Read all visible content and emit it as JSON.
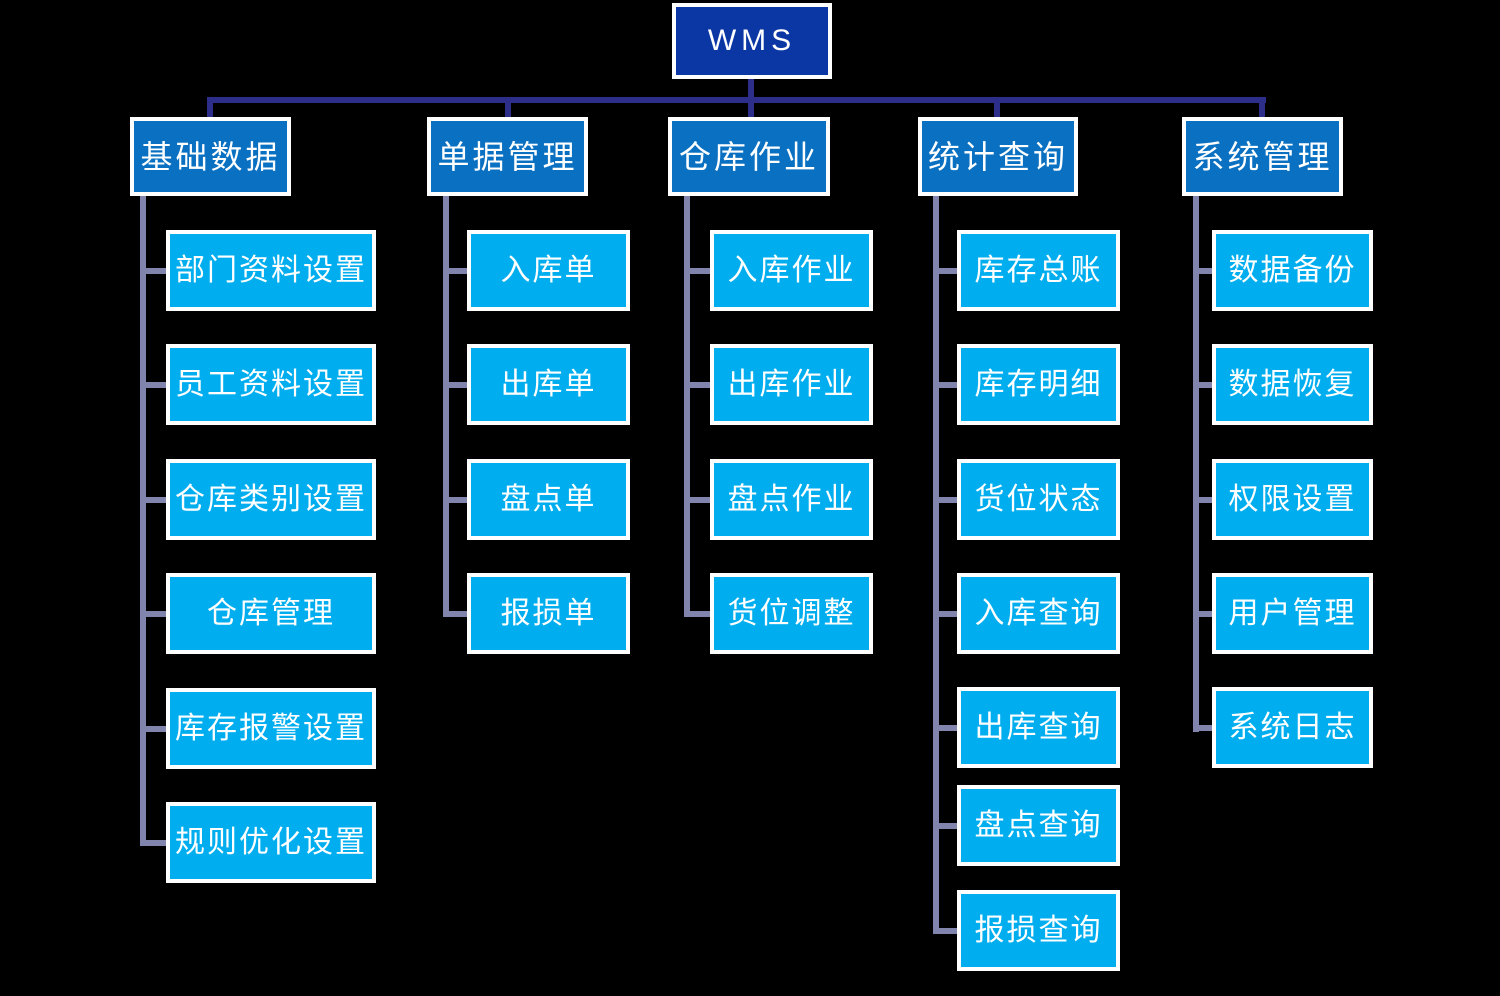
{
  "page": {
    "background": "#000000"
  },
  "colors": {
    "root_fill": "#0b37a5",
    "branch_fill": "#0a70c1",
    "leaf_fill": "#00aeef",
    "box_border": "#ffffff",
    "text": "#ffffff",
    "root_connector": "#2d2d8a",
    "branch_connector": "#8185ae"
  },
  "tree": {
    "root": {
      "label": "WMS"
    },
    "branches": [
      {
        "label": "基础数据",
        "children": [
          "部门资料设置",
          "员工资料设置",
          "仓库类别设置",
          "仓库管理",
          "库存报警设置",
          "规则优化设置"
        ]
      },
      {
        "label": "单据管理",
        "children": [
          "入库单",
          "出库单",
          "盘点单",
          "报损单"
        ]
      },
      {
        "label": "仓库作业",
        "children": [
          "入库作业",
          "出库作业",
          "盘点作业",
          "货位调整"
        ]
      },
      {
        "label": "统计查询",
        "children": [
          "库存总账",
          "库存明细",
          "货位状态",
          "入库查询",
          "出库查询",
          "盘点查询",
          "报损查询"
        ]
      },
      {
        "label": "系统管理",
        "children": [
          "数据备份",
          "数据恢复",
          "权限设置",
          "用户管理",
          "系统日志"
        ]
      }
    ]
  }
}
